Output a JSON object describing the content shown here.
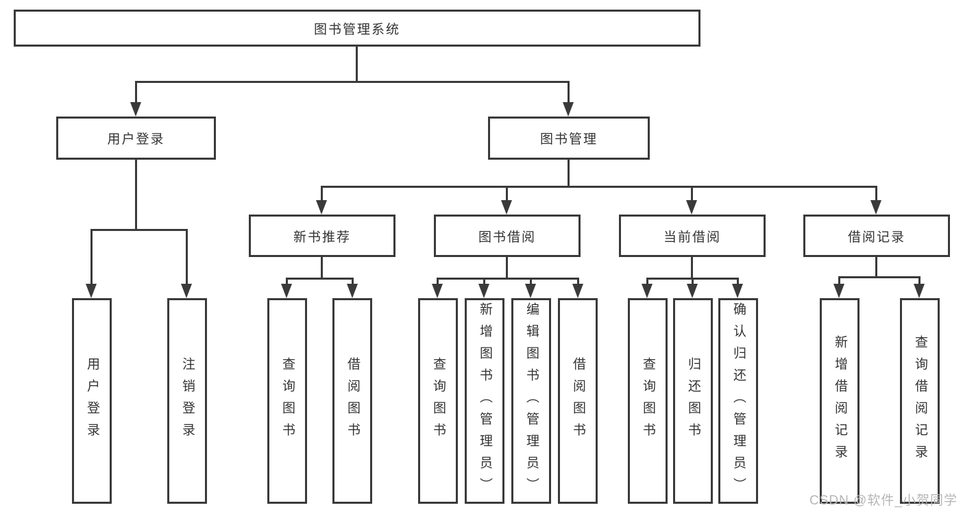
{
  "tree": {
    "root": "图书管理系统",
    "children": [
      {
        "label": "用户登录",
        "children": [
          {
            "label": "用户登录"
          },
          {
            "label": "注销登录"
          }
        ]
      },
      {
        "label": "图书管理",
        "children": [
          {
            "label": "新书推荐",
            "children": [
              {
                "label": "查询图书"
              },
              {
                "label": "借阅图书"
              }
            ]
          },
          {
            "label": "图书借阅",
            "children": [
              {
                "label": "查询图书"
              },
              {
                "label": "新增图书（管理员）"
              },
              {
                "label": "编辑图书（管理员）"
              },
              {
                "label": "借阅图书"
              }
            ]
          },
          {
            "label": "当前借阅",
            "children": [
              {
                "label": "查询图书"
              },
              {
                "label": "归还图书"
              },
              {
                "label": "确认归还（管理员）"
              }
            ]
          },
          {
            "label": "借阅记录",
            "children": [
              {
                "label": "新增借阅记录"
              },
              {
                "label": "查询借阅记录"
              }
            ]
          }
        ]
      }
    ]
  },
  "watermark": {
    "text": "CSDN @软件_小贺同学"
  },
  "colors": {
    "line": "#3a3a3a",
    "text": "#333333",
    "watermark": "#b6b6b6",
    "background": "#ffffff"
  }
}
